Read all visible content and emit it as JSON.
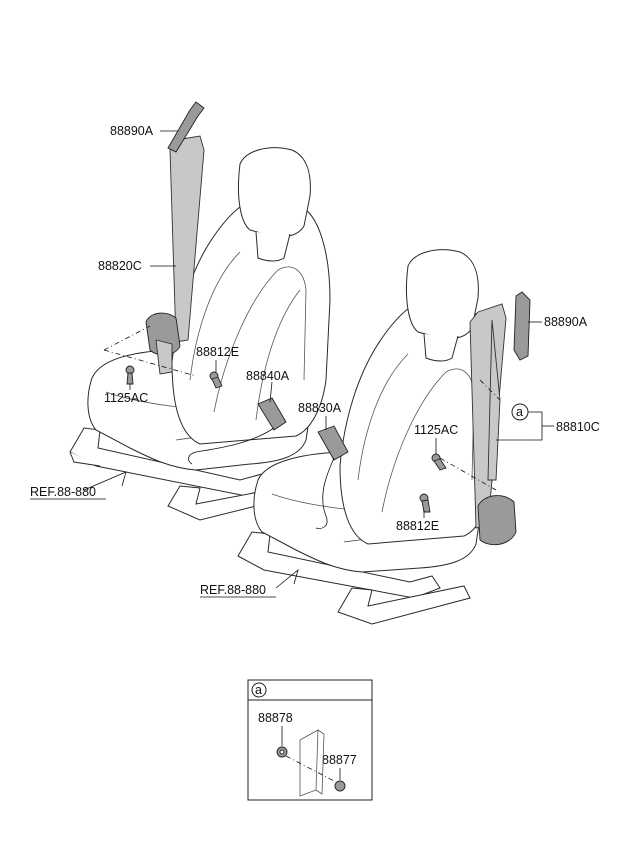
{
  "labels": {
    "p88890a_left": "88890A",
    "p88820c": "88820C",
    "p88812e_left": "88812E",
    "p1125ac_left": "1125AC",
    "p88840a": "88840A",
    "p88830a": "88830A",
    "p88890a_right": "88890A",
    "p88810c": "88810C",
    "p1125ac_right": "1125AC",
    "p88812e_right": "88812E",
    "ref_left": "REF.88-880",
    "ref_right": "REF.88-880",
    "callout_a": "a",
    "detail_a": "a",
    "p88878": "88878",
    "p88877": "88877"
  }
}
